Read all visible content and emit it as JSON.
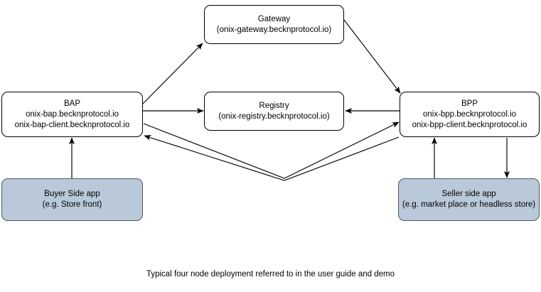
{
  "diagram": {
    "caption": "Typical four node deployment referred to in the user guide and demo",
    "colors": {
      "node_fill": "#ffffff",
      "shaded_node_fill": "#b9c9d9",
      "shaded_node_stroke": "#4a5a6a",
      "stroke": "#000000",
      "background": "#ffffff"
    },
    "nodes": [
      {
        "id": "gateway",
        "title": "Gateway",
        "sub": "(onix-gateway.becknprotocol.io)",
        "shaded": false
      },
      {
        "id": "bap",
        "title": "BAP",
        "sub": "onix-bap.becknprotocol.io",
        "sub2": "onix-bap-client.becknprotocol.io",
        "shaded": false
      },
      {
        "id": "registry",
        "title": "Registry",
        "sub": "(onix-registry.becknprotocol.io)",
        "shaded": false
      },
      {
        "id": "bpp",
        "title": "BPP",
        "sub": "onix-bpp.becknprotocol.io",
        "sub2": "onix-bpp-client.becknprotocol.io",
        "shaded": false
      },
      {
        "id": "buyer",
        "title": "Buyer Side app",
        "sub": "(e.g. Store front)",
        "shaded": true
      },
      {
        "id": "seller",
        "title": "Seller side app",
        "sub": "(e.g. market place or headless store)",
        "shaded": true
      }
    ],
    "connections": [
      {
        "id": "bap-to-gateway",
        "from": "bap",
        "to": "gateway",
        "arrow": "end"
      },
      {
        "id": "gateway-to-bpp",
        "from": "gateway",
        "to": "bpp",
        "arrow": "end"
      },
      {
        "id": "bap-to-registry",
        "from": "bap",
        "to": "registry",
        "arrow": "end"
      },
      {
        "id": "bpp-to-registry",
        "from": "bpp",
        "to": "registry",
        "arrow": "end"
      },
      {
        "id": "bap-to-bpp",
        "from": "bap",
        "to": "bpp",
        "arrow": "end"
      },
      {
        "id": "bpp-to-bap",
        "from": "bpp",
        "to": "bap",
        "arrow": "end"
      },
      {
        "id": "buyer-to-bap",
        "from": "buyer",
        "to": "bap",
        "arrow": "end"
      },
      {
        "id": "seller-to-bpp",
        "from": "seller",
        "to": "bpp",
        "arrow": "end"
      },
      {
        "id": "bpp-to-seller",
        "from": "bpp",
        "to": "seller",
        "arrow": "end"
      }
    ]
  }
}
